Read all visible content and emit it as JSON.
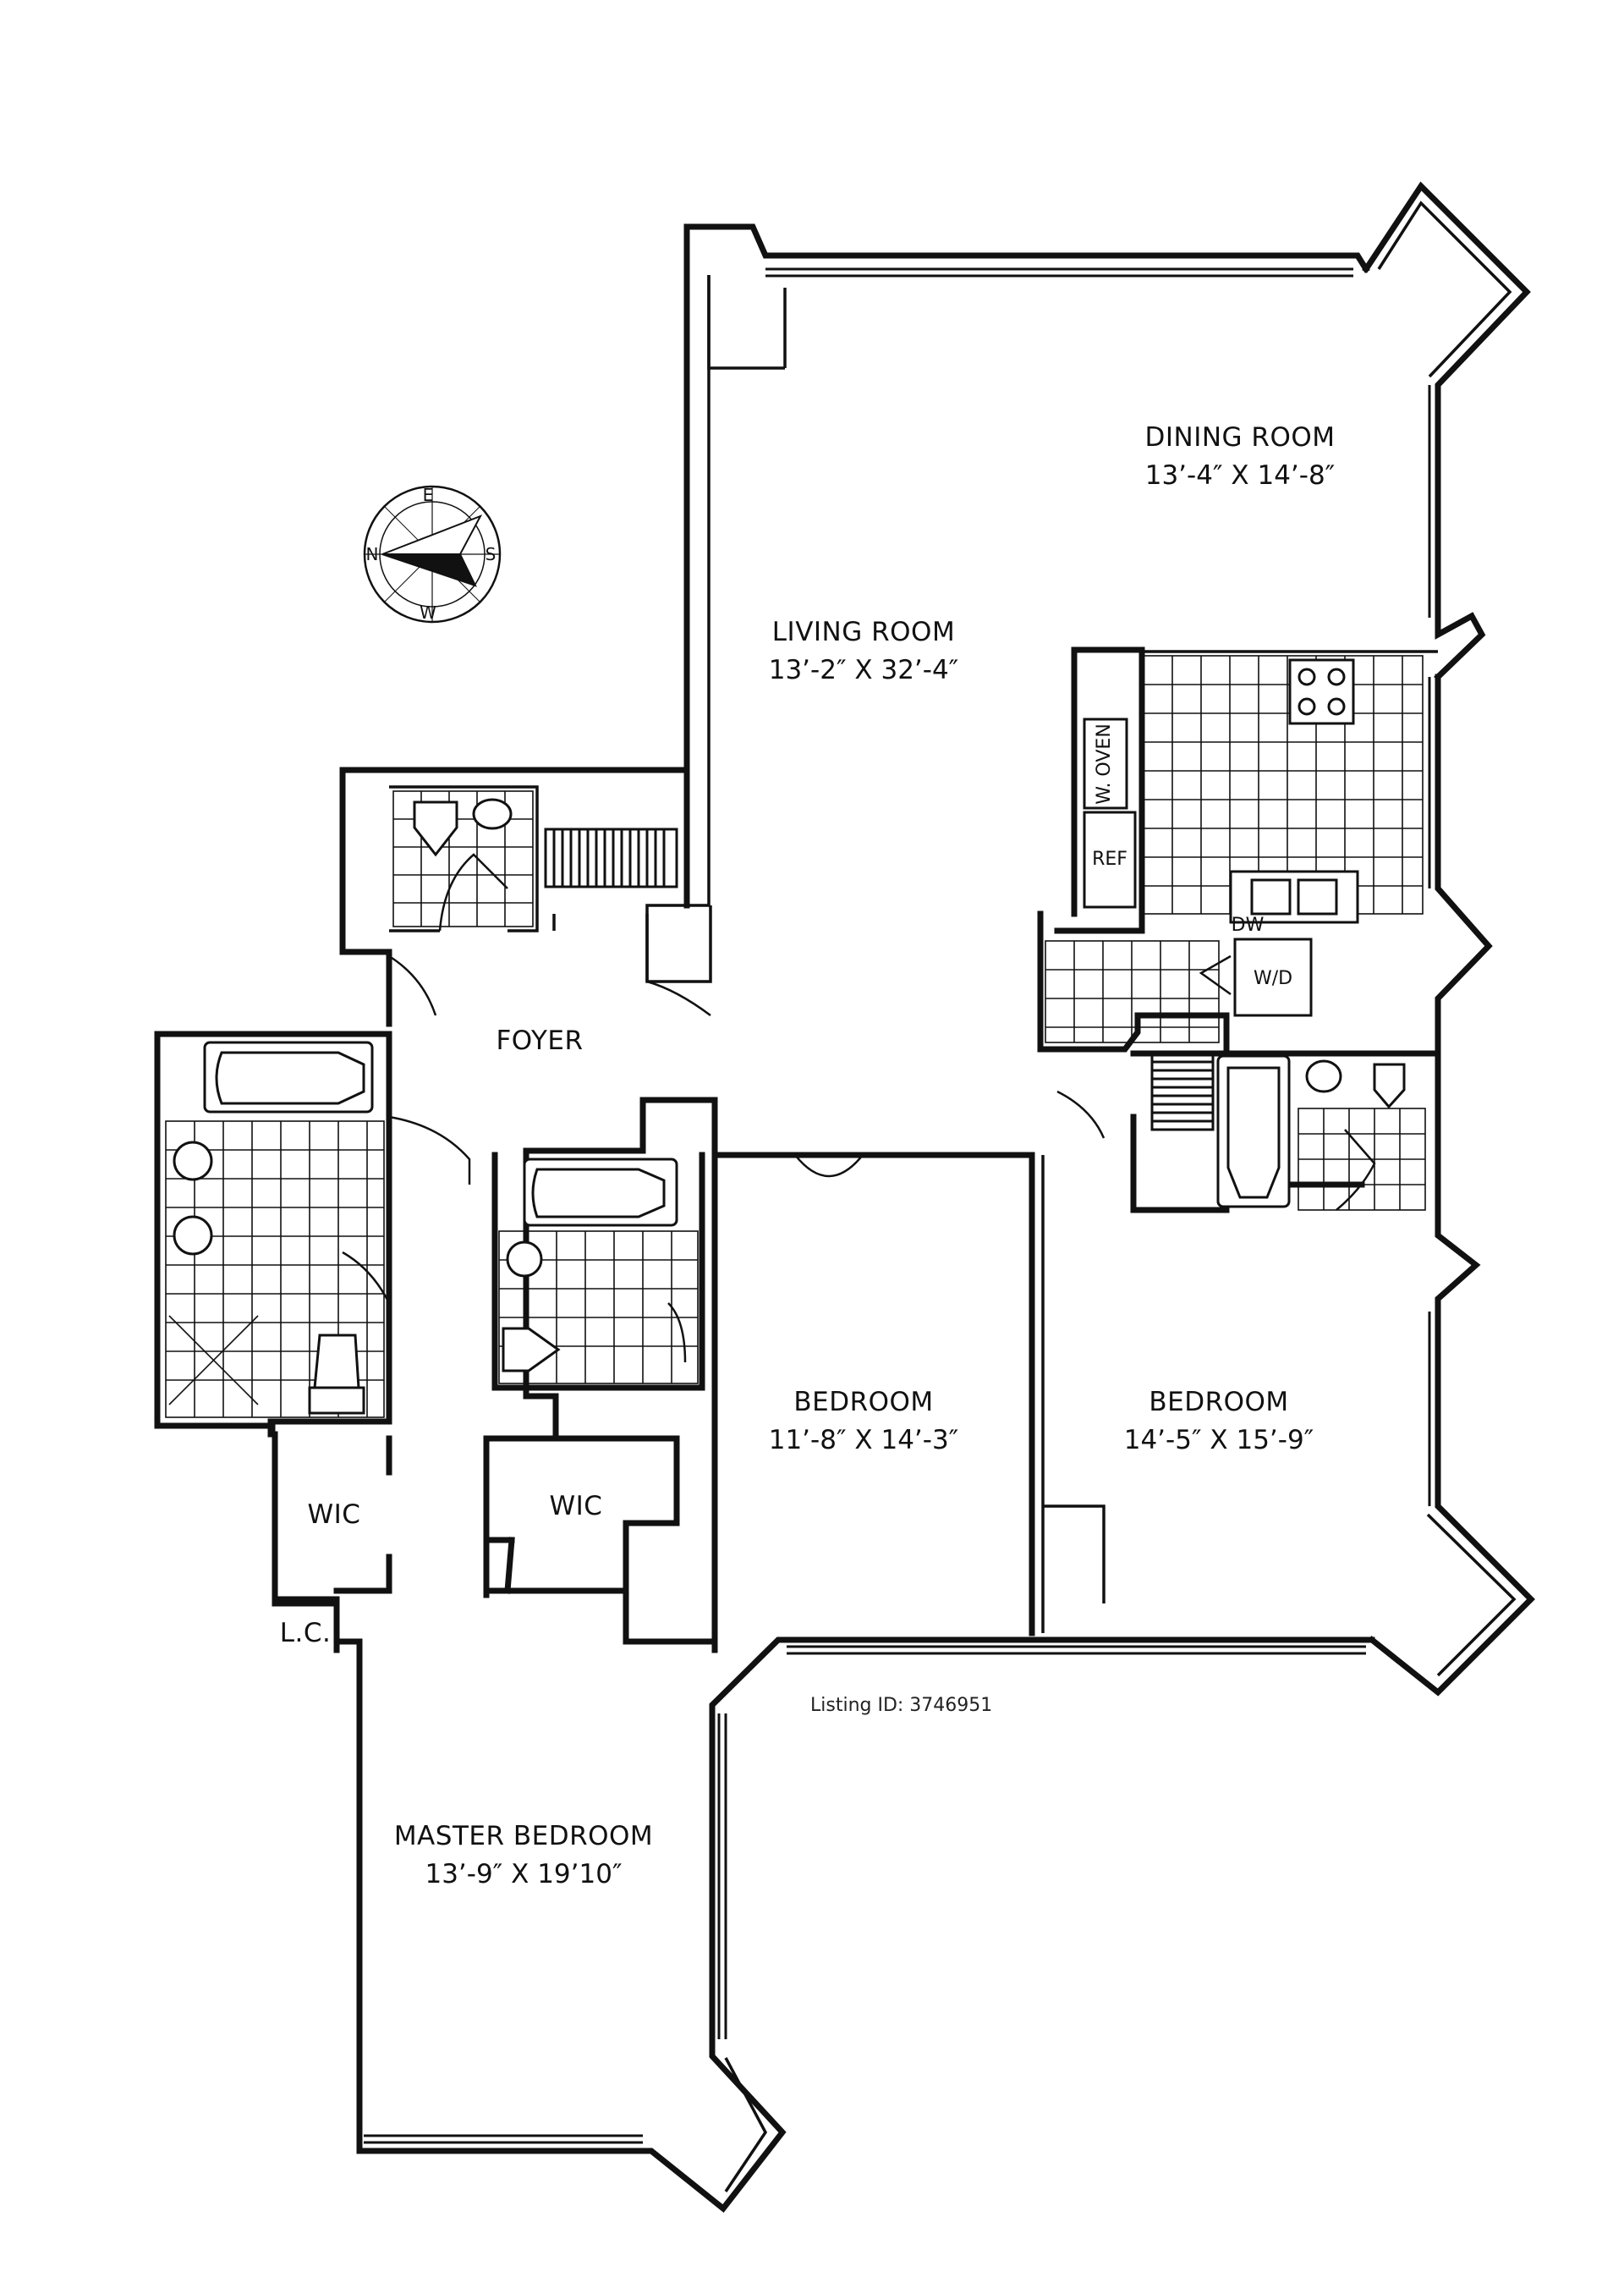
{
  "rooms": {
    "dining": {
      "name": "DINING ROOM",
      "size": "13’-4″ X 14’-8″"
    },
    "living": {
      "name": "LIVING ROOM",
      "size": "13’-2″ X 32’-4″"
    },
    "foyer": {
      "name": "FOYER"
    },
    "bedroom_center": {
      "name": "BEDROOM",
      "size": "11’-8″ X 14’-3″"
    },
    "bedroom_right": {
      "name": "BEDROOM",
      "size": "14’-5″ X 15’-9″"
    },
    "wic_left": {
      "name": "WIC"
    },
    "wic_center": {
      "name": "WIC"
    },
    "linen_closet": {
      "name": "L.C."
    },
    "master": {
      "name": "MASTER BEDROOM",
      "size": "13’-9″ X 19’10″"
    }
  },
  "appliances": {
    "refrigerator": "REF",
    "oven": "W. OVEN",
    "dishwasher": "DW",
    "washer_dryer": "W/D"
  },
  "compass": {
    "east": "E",
    "south": "S",
    "west": "W",
    "north": "N"
  },
  "listing": "Listing ID: 3746951"
}
